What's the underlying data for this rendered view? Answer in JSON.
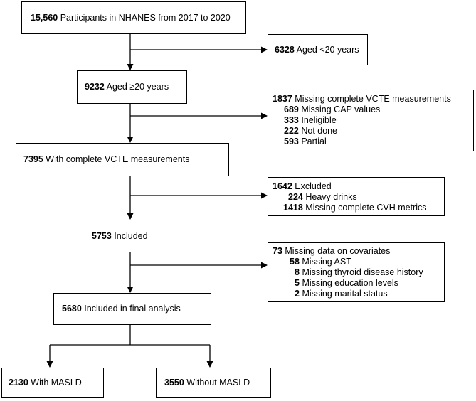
{
  "main_flow": {
    "participants": {
      "count": "15,560",
      "text": "Participants in NHANES from 2017 to 2020"
    },
    "aged_over_20": {
      "count": "9232",
      "text": "Aged ≥20 years"
    },
    "complete_vcte": {
      "count": "7395",
      "text": "With complete VCTE measurements"
    },
    "included": {
      "count": "5753",
      "text": "Included"
    },
    "final_analysis": {
      "count": "5680",
      "text": "Included in final analysis"
    },
    "with_masld": {
      "count": "2130",
      "text": "With MASLD"
    },
    "without_masld": {
      "count": "3550",
      "text": "Without MASLD"
    }
  },
  "exclusions": {
    "aged_under_20": {
      "count": "6328",
      "text": "Aged <20 years"
    },
    "missing_vcte": {
      "count": "1837",
      "text": "Missing complete VCTE measurements",
      "items": [
        {
          "count": "689",
          "text": "Missing CAP values"
        },
        {
          "count": "333",
          "text": "Ineligible"
        },
        {
          "count": "222",
          "text": "Not done"
        },
        {
          "count": "593",
          "text": "Partial"
        }
      ]
    },
    "excluded": {
      "count": "1642",
      "text": "Excluded",
      "items": [
        {
          "count": "224",
          "text": "Heavy drinks"
        },
        {
          "count": "1418",
          "text": "Missing complete CVH metrics"
        }
      ]
    },
    "missing_covariates": {
      "count": "73",
      "text": "Missing data on covariates",
      "items": [
        {
          "count": "58",
          "text": "Missing AST"
        },
        {
          "count": "8",
          "text": "Missing thyroid disease history"
        },
        {
          "count": "5",
          "text": "Missing education levels"
        },
        {
          "count": "2",
          "text": "Missing marital status"
        }
      ]
    }
  }
}
